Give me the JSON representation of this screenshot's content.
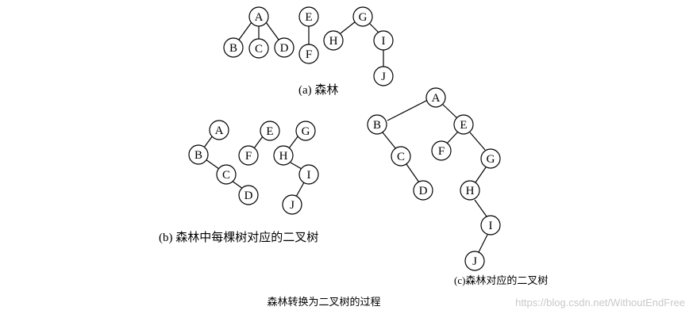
{
  "figures": {
    "forest": {
      "caption": "(a)  森林",
      "nodes": [
        "A",
        "B",
        "C",
        "D",
        "E",
        "F",
        "G",
        "H",
        "I",
        "J"
      ]
    },
    "per_tree": {
      "caption": "(b)  森林中每棵树对应的二叉树",
      "nodes": [
        "A",
        "B",
        "C",
        "D",
        "E",
        "F",
        "G",
        "H",
        "I",
        "J"
      ]
    },
    "combined": {
      "caption": "(c)森林对应的二叉树",
      "nodes": [
        "A",
        "B",
        "C",
        "D",
        "E",
        "F",
        "G",
        "H",
        "I",
        "J"
      ]
    }
  },
  "title": "森林转换为二叉树的过程",
  "watermark": "https://blog.csdn.net/WithoutEndFree"
}
